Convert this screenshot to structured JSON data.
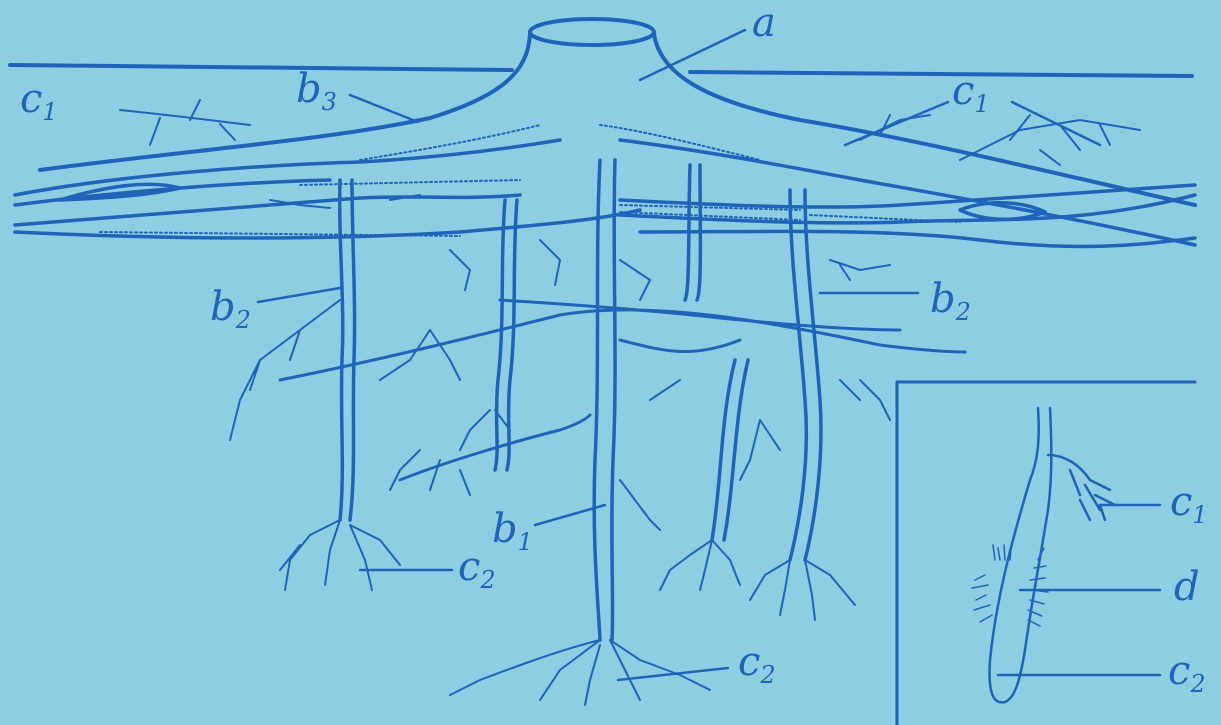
{
  "figure": {
    "ink_color": "#1f64b8",
    "paper_color": "#8ecde2",
    "labels": {
      "a": {
        "main": "a",
        "sub": ""
      },
      "b3": {
        "main": "b",
        "sub": "3"
      },
      "c1_left": {
        "main": "c",
        "sub": "1"
      },
      "c1_right": {
        "main": "c",
        "sub": "1"
      },
      "b2_left": {
        "main": "b",
        "sub": "2"
      },
      "b2_right": {
        "main": "b",
        "sub": "2"
      },
      "b1": {
        "main": "b",
        "sub": "1"
      },
      "c2_left": {
        "main": "c",
        "sub": "2"
      },
      "c2_bottom": {
        "main": "c",
        "sub": "2"
      }
    },
    "inset": {
      "labels": {
        "c1": {
          "main": "c",
          "sub": "1"
        },
        "d": {
          "main": "d",
          "sub": ""
        },
        "c2": {
          "main": "c",
          "sub": "2"
        }
      }
    }
  }
}
